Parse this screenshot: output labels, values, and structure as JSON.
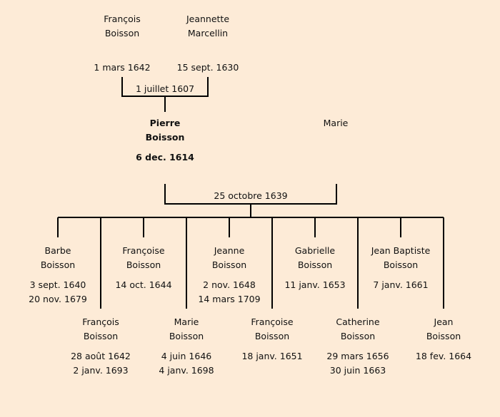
{
  "parents": {
    "father": {
      "first": "François",
      "last": "Boisson",
      "date": "1 mars 1642"
    },
    "mother": {
      "first": "Jeannette",
      "last": "Marcellin",
      "date": "15 sept. 1630"
    },
    "marriage": "1 juillet 1607"
  },
  "couple": {
    "husband": {
      "first": "Pierre",
      "last": "Boisson",
      "date": "6 dec. 1614"
    },
    "wife": {
      "first": "Marie"
    },
    "marriage": "25 octobre 1639"
  },
  "children": [
    {
      "first": "Barbe",
      "last": "Boisson",
      "birth": "3 sept. 1640",
      "death": "20 nov. 1679"
    },
    {
      "first": "François",
      "last": "Boisson",
      "birth": "28 août 1642",
      "death": "2 janv. 1693"
    },
    {
      "first": "Françoise",
      "last": "Boisson",
      "birth": "14 oct. 1644"
    },
    {
      "first": "Marie",
      "last": "Boisson",
      "birth": "4 juin 1646",
      "death": "4 janv. 1698"
    },
    {
      "first": "Jeanne",
      "last": "Boisson",
      "birth": "2 nov. 1648",
      "death": "14 mars 1709"
    },
    {
      "first": "Françoise",
      "last": "Boisson",
      "birth": "18 janv. 1651"
    },
    {
      "first": "Gabrielle",
      "last": "Boisson",
      "birth": "11 janv. 1653"
    },
    {
      "first": "Catherine",
      "last": "Boisson",
      "birth": "29 mars 1656",
      "death": "30 juin 1663"
    },
    {
      "first": "Jean Baptiste",
      "last": "Boisson",
      "birth": "7 janv. 1661"
    },
    {
      "first": "Jean",
      "last": "Boisson",
      "birth": "18 fev. 1664"
    }
  ]
}
